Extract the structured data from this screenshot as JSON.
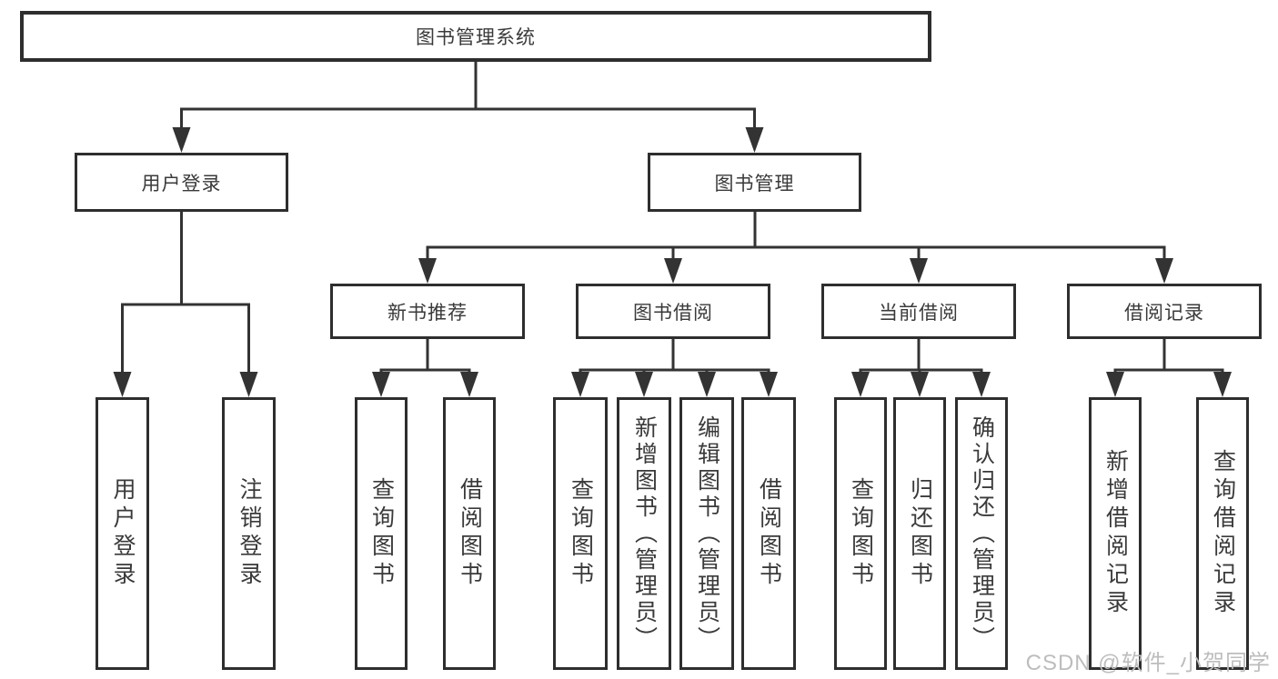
{
  "tree": {
    "root": {
      "label": "图书管理系统",
      "children": [
        {
          "label": "用户登录",
          "children": [
            {
              "label": "用户登录"
            },
            {
              "label": "注销登录"
            }
          ]
        },
        {
          "label": "图书管理",
          "children": [
            {
              "label": "新书推荐",
              "children": [
                {
                  "label": "查询图书"
                },
                {
                  "label": "借阅图书"
                }
              ]
            },
            {
              "label": "图书借阅",
              "children": [
                {
                  "label": "查询图书"
                },
                {
                  "label": "新增图书（管理员）"
                },
                {
                  "label": "编辑图书（管理员）"
                },
                {
                  "label": "借阅图书"
                }
              ]
            },
            {
              "label": "当前借阅",
              "children": [
                {
                  "label": "查询图书"
                },
                {
                  "label": "归还图书"
                },
                {
                  "label": "确认归还（管理员）"
                }
              ]
            },
            {
              "label": "借阅记录",
              "children": [
                {
                  "label": "新增借阅记录"
                },
                {
                  "label": "查询借阅记录"
                }
              ]
            }
          ]
        }
      ]
    }
  },
  "watermark": {
    "text": "CSDN @软件_小贺同学"
  },
  "colors": {
    "line": "#333333",
    "border": "#2e2e2e",
    "text": "#3a3a3a",
    "watermark": "#bdbdbd",
    "bg": "#ffffff"
  }
}
